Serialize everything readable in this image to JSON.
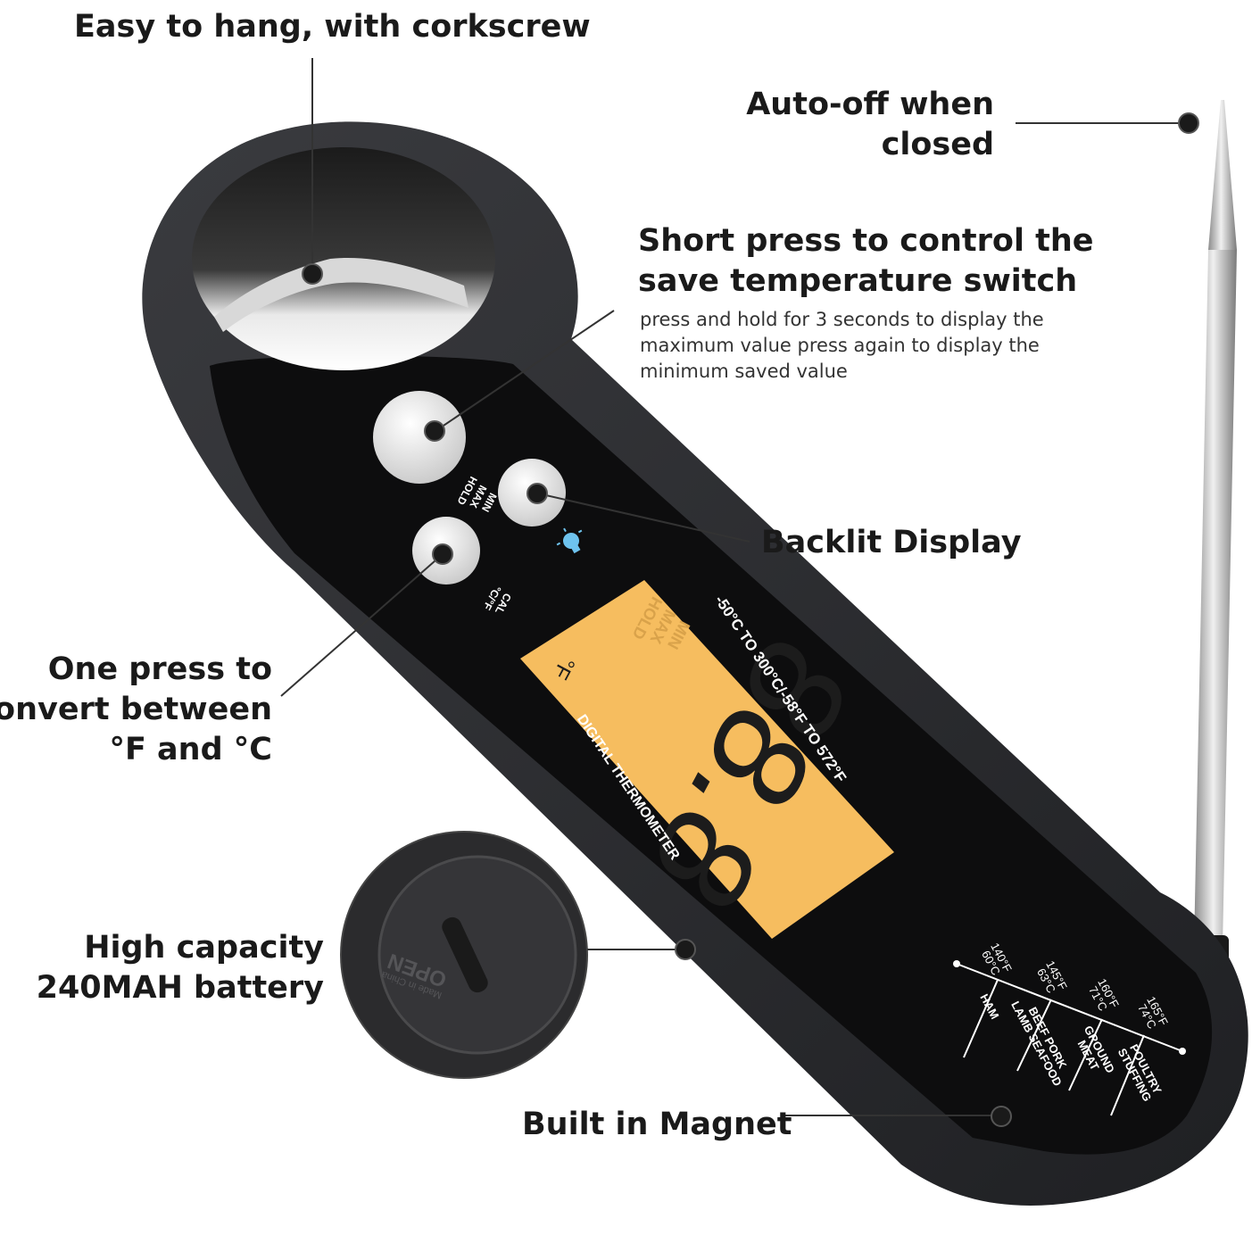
{
  "callouts": {
    "hang": "Easy to hang, with corkscrew",
    "auto_off_1": "Auto-off when",
    "auto_off_2": "closed",
    "short_press_1": "Short press to control the",
    "short_press_2": "save temperature switch",
    "hold_desc_1": "press and hold for 3 seconds to display the",
    "hold_desc_2": "maximum value press again to display the",
    "hold_desc_3": "minimum saved value",
    "backlit": "Backlit Display",
    "convert_1": "One press to",
    "convert_2": "convert between",
    "convert_3": "°F and °C",
    "battery_1": "High capacity",
    "battery_2": "240MAH battery",
    "magnet": "Built in Magnet"
  },
  "device": {
    "button_hold": "HOLD",
    "button_max": "MAX",
    "button_min": "MIN",
    "button_cal": "CAL",
    "button_unit": "°C/°F",
    "range": "-50°C TO 300°C/-58°F TO 572°F",
    "model": "DIGITAL THERMOMETER",
    "lcd_digits": "88.8",
    "lcd_hold": "HOLD",
    "lcd_max": "MAX",
    "lcd_min": "MIN",
    "lcd_unit": "°F",
    "battery_open": "OPEN",
    "battery_origin": "Made in China",
    "temps": [
      {
        "f": "140°F",
        "c": "60°C",
        "label_1": "HAM",
        "label_2": ""
      },
      {
        "f": "145°F",
        "c": "63°C",
        "label_1": "BEEF PORK",
        "label_2": "LAMB SEAFOOD"
      },
      {
        "f": "160°F",
        "c": "71°C",
        "label_1": "GROUND",
        "label_2": "MEAT"
      },
      {
        "f": "165°F",
        "c": "74°C",
        "label_1": "POULTRY",
        "label_2": "STUFFING"
      }
    ]
  },
  "colors": {
    "body": "#2a2b2e",
    "face": "#0d0d0e",
    "lcd": "#f6bd5f",
    "button": "#e2e2e2",
    "probe": "#b8b8b8"
  }
}
